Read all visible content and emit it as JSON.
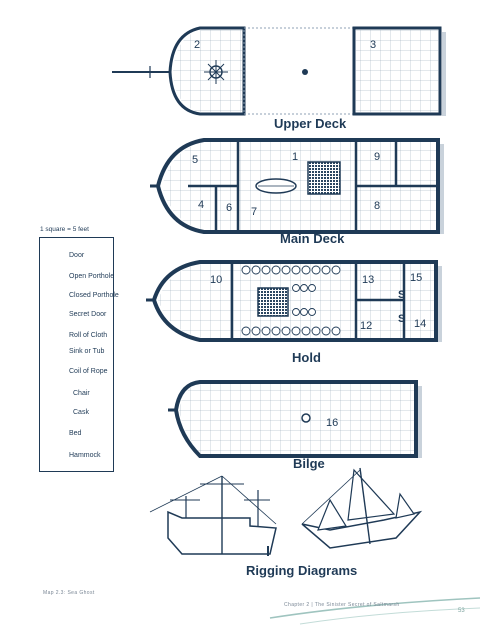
{
  "decks": {
    "upper": {
      "label": "Upper Deck",
      "rooms": [
        "2",
        "3"
      ]
    },
    "main": {
      "label": "Main Deck",
      "rooms": [
        "5",
        "1",
        "9",
        "4",
        "6",
        "7",
        "8"
      ]
    },
    "hold": {
      "label": "Hold",
      "rooms": [
        "10",
        "13",
        "15",
        "12",
        "14"
      ]
    },
    "bilge": {
      "label": "Bilge",
      "rooms": [
        "16"
      ]
    },
    "rigging": {
      "label": "Rigging Diagrams"
    }
  },
  "legend": {
    "scale": "1 square = 5 feet",
    "items": [
      {
        "label": "Door",
        "icon": "door-icon"
      },
      {
        "label": "Open Porthole",
        "icon": "open-porthole-icon"
      },
      {
        "label": "Closed Porthole",
        "icon": "closed-porthole-icon"
      },
      {
        "label": "Secret Door",
        "icon": "secret-door-icon"
      },
      {
        "label": "Roll of Cloth",
        "icon": "roll-of-cloth-icon"
      },
      {
        "label": "Sink or Tub",
        "icon": "sink-or-tub-icon"
      },
      {
        "label": "Coil of Rope",
        "icon": "coil-of-rope-icon"
      },
      {
        "label": "Chair",
        "icon": "chair-icon"
      },
      {
        "label": "Cask",
        "icon": "cask-icon"
      },
      {
        "label": "Bed",
        "icon": "bed-icon"
      },
      {
        "label": "Hammock",
        "icon": "hammock-icon"
      }
    ]
  },
  "footer": {
    "map_caption": "Map 2.3: Sea Ghost",
    "chapter": "Chapter 2 | The Sinister Secret of Saltmarsh",
    "page_number": "53"
  },
  "colors": {
    "ink": "#1f3a56",
    "grid": "#7f93a8",
    "shadow": "#c9d2db",
    "accent": "#7fa5a0"
  }
}
